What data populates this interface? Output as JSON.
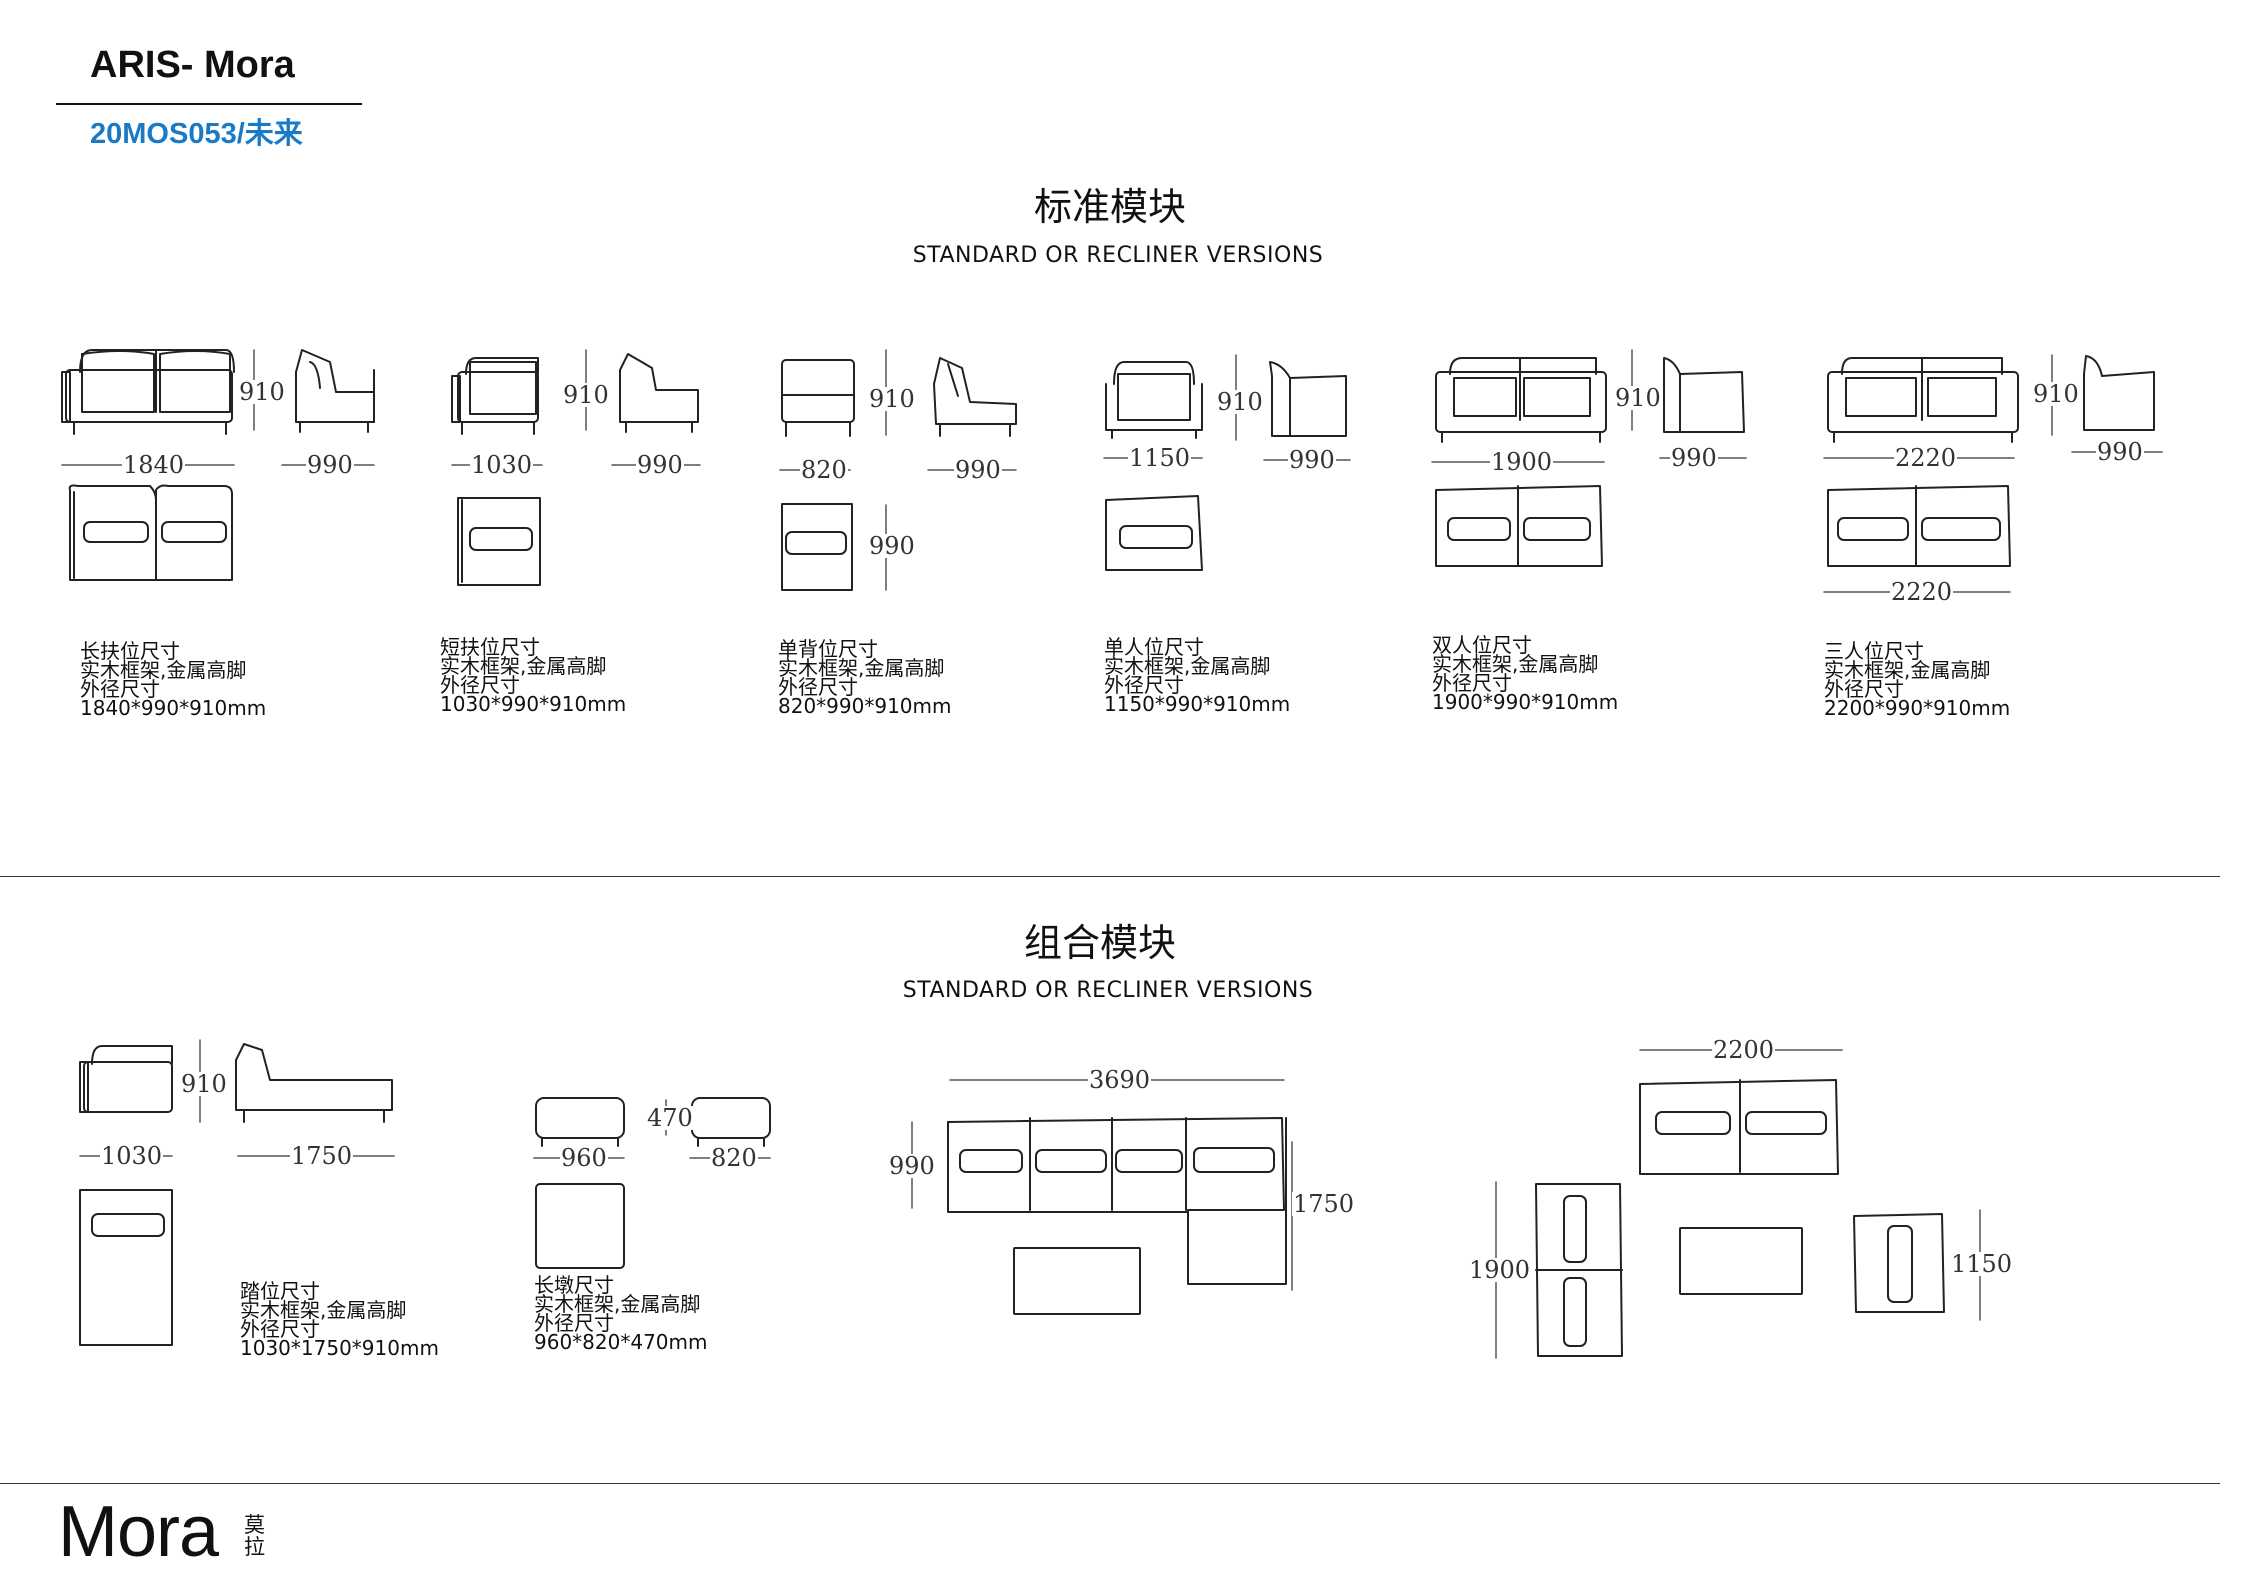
{
  "header": {
    "title": "ARIS- Mora",
    "code": "20MOS053/未来"
  },
  "standard_section": {
    "title": "标准模块",
    "subtitle": "STANDARD OR RECLINER VERSIONS"
  },
  "combo_section": {
    "title": "组合模块",
    "subtitle": "STANDARD OR RECLINER VERSIONS"
  },
  "standard_modules": [
    {
      "name": "长扶位尺寸",
      "frame": "实木框架,金属高脚",
      "label": "外径尺寸",
      "size": "1840*990*910mm",
      "dims": {
        "width": "1840",
        "depth": "990",
        "height": "910"
      }
    },
    {
      "name": "短扶位尺寸",
      "frame": "实木框架,金属高脚",
      "label": "外径尺寸",
      "size": "1030*990*910mm",
      "dims": {
        "width": "1030",
        "depth": "990",
        "height": "910"
      }
    },
    {
      "name": "单背位尺寸",
      "frame": "实木框架,金属高脚",
      "label": "外径尺寸",
      "size": "820*990*910mm",
      "dims": {
        "width": "820",
        "depth": "990",
        "height": "910",
        "plan_depth": "990"
      }
    },
    {
      "name": "单人位尺寸",
      "frame": "实木框架,金属高脚",
      "label": "外径尺寸",
      "size": "1150*990*910mm",
      "dims": {
        "width": "1150",
        "depth": "990",
        "height": "910"
      }
    },
    {
      "name": "双人位尺寸",
      "frame": "实木框架,金属高脚",
      "label": "外径尺寸",
      "size": "1900*990*910mm",
      "dims": {
        "width": "1900",
        "depth": "990",
        "height": "910"
      }
    },
    {
      "name": "三人位尺寸",
      "frame": "实木框架,金属高脚",
      "label": "外径尺寸",
      "size": "2200*990*910mm",
      "dims": {
        "width": "2220",
        "depth": "990",
        "height": "910",
        "plan_width": "2220"
      }
    }
  ],
  "combo_modules": [
    {
      "name": "踏位尺寸",
      "frame": "实木框架,金属高脚",
      "label": "外径尺寸",
      "size": "1030*1750*910mm",
      "dims": {
        "width": "1030",
        "length": "1750",
        "height": "910"
      }
    },
    {
      "name": "长墩尺寸",
      "frame": "实木框架,金属高脚",
      "label": "外径尺寸",
      "size": "960*820*470mm",
      "dims": {
        "width": "960",
        "depth": "820",
        "height": "470"
      }
    }
  ],
  "layouts": {
    "l_shape": {
      "width": "3690",
      "depth": "990",
      "chaise": "1750"
    },
    "set": {
      "sofa": "2200",
      "loveseat": "1900",
      "chair": "1150"
    }
  },
  "brand": {
    "logo": "Mora",
    "logo_cn": "莫拉"
  }
}
